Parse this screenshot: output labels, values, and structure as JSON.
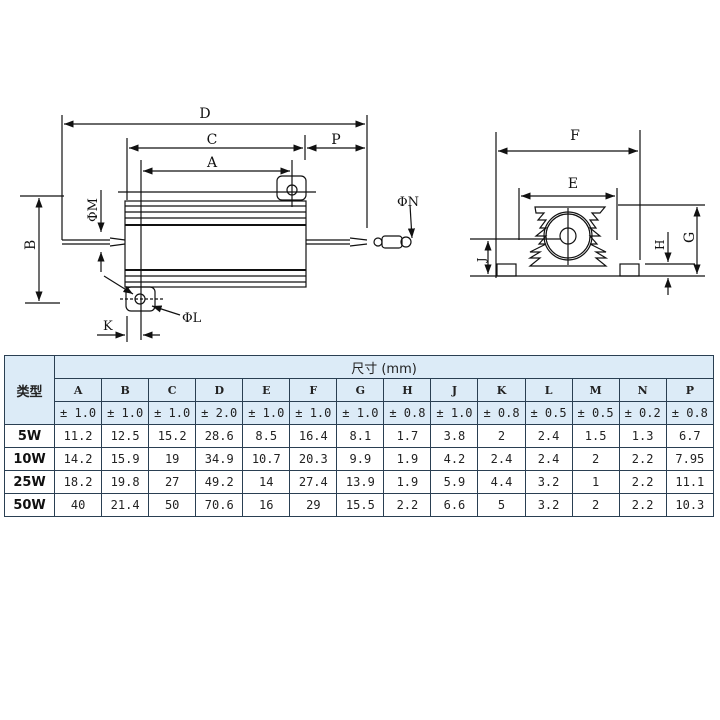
{
  "drawing": {
    "side_view_labels": {
      "D": "D",
      "C": "C",
      "A": "A",
      "P": "P",
      "B": "B",
      "phiM": "ΦM",
      "phiN": "ΦN",
      "phiL": "ΦL",
      "K": "K"
    },
    "end_view_labels": {
      "F": "F",
      "E": "E",
      "G": "G",
      "H": "H",
      "J": "J"
    }
  },
  "table": {
    "type_header": "类型",
    "dimension_header": "尺寸 (mm)",
    "columns": [
      "A",
      "B",
      "C",
      "D",
      "E",
      "F",
      "G",
      "H",
      "J",
      "K",
      "L",
      "M",
      "N",
      "P"
    ],
    "tolerances": [
      "± 1.0",
      "± 1.0",
      "± 1.0",
      "± 2.0",
      "± 1.0",
      "± 1.0",
      "± 1.0",
      "± 0.8",
      "± 1.0",
      "± 0.8",
      "± 0.5",
      "± 0.5",
      "± 0.2",
      "± 0.8"
    ],
    "rows": [
      {
        "type": "5W",
        "values": [
          "11.2",
          "12.5",
          "15.2",
          "28.6",
          "8.5",
          "16.4",
          "8.1",
          "1.7",
          "3.8",
          "2",
          "2.4",
          "1.5",
          "1.3",
          "6.7"
        ]
      },
      {
        "type": "10W",
        "values": [
          "14.2",
          "15.9",
          "19",
          "34.9",
          "10.7",
          "20.3",
          "9.9",
          "1.9",
          "4.2",
          "2.4",
          "2.4",
          "2",
          "2.2",
          "7.95"
        ]
      },
      {
        "type": "25W",
        "values": [
          "18.2",
          "19.8",
          "27",
          "49.2",
          "14",
          "27.4",
          "13.9",
          "1.9",
          "5.9",
          "4.4",
          "3.2",
          "1",
          "2.2",
          "11.1"
        ]
      },
      {
        "type": "50W",
        "values": [
          "40",
          "21.4",
          "50",
          "70.6",
          "16",
          "29",
          "15.5",
          "2.2",
          "6.6",
          "5",
          "3.2",
          "2",
          "2.2",
          "10.3"
        ]
      }
    ]
  },
  "chart_data": {
    "type": "table",
    "title": "尺寸 (mm)",
    "row_header": "类型",
    "columns": [
      "A",
      "B",
      "C",
      "D",
      "E",
      "F",
      "G",
      "H",
      "J",
      "K",
      "L",
      "M",
      "N",
      "P"
    ],
    "tolerances": [
      "±1.0",
      "±1.0",
      "±1.0",
      "±2.0",
      "±1.0",
      "±1.0",
      "±1.0",
      "±0.8",
      "±1.0",
      "±0.8",
      "±0.5",
      "±0.5",
      "±0.2",
      "±0.8"
    ],
    "rows": {
      "5W": [
        11.2,
        12.5,
        15.2,
        28.6,
        8.5,
        16.4,
        8.1,
        1.7,
        3.8,
        2,
        2.4,
        1.5,
        1.3,
        6.7
      ],
      "10W": [
        14.2,
        15.9,
        19,
        34.9,
        10.7,
        20.3,
        9.9,
        1.9,
        4.2,
        2.4,
        2.4,
        2,
        2.2,
        7.95
      ],
      "25W": [
        18.2,
        19.8,
        27,
        49.2,
        14,
        27.4,
        13.9,
        1.9,
        5.9,
        4.4,
        3.2,
        1,
        2.2,
        11.1
      ],
      "50W": [
        40,
        21.4,
        50,
        70.6,
        16,
        29,
        15.5,
        2.2,
        6.6,
        5,
        3.2,
        2,
        2.2,
        10.3
      ]
    }
  }
}
